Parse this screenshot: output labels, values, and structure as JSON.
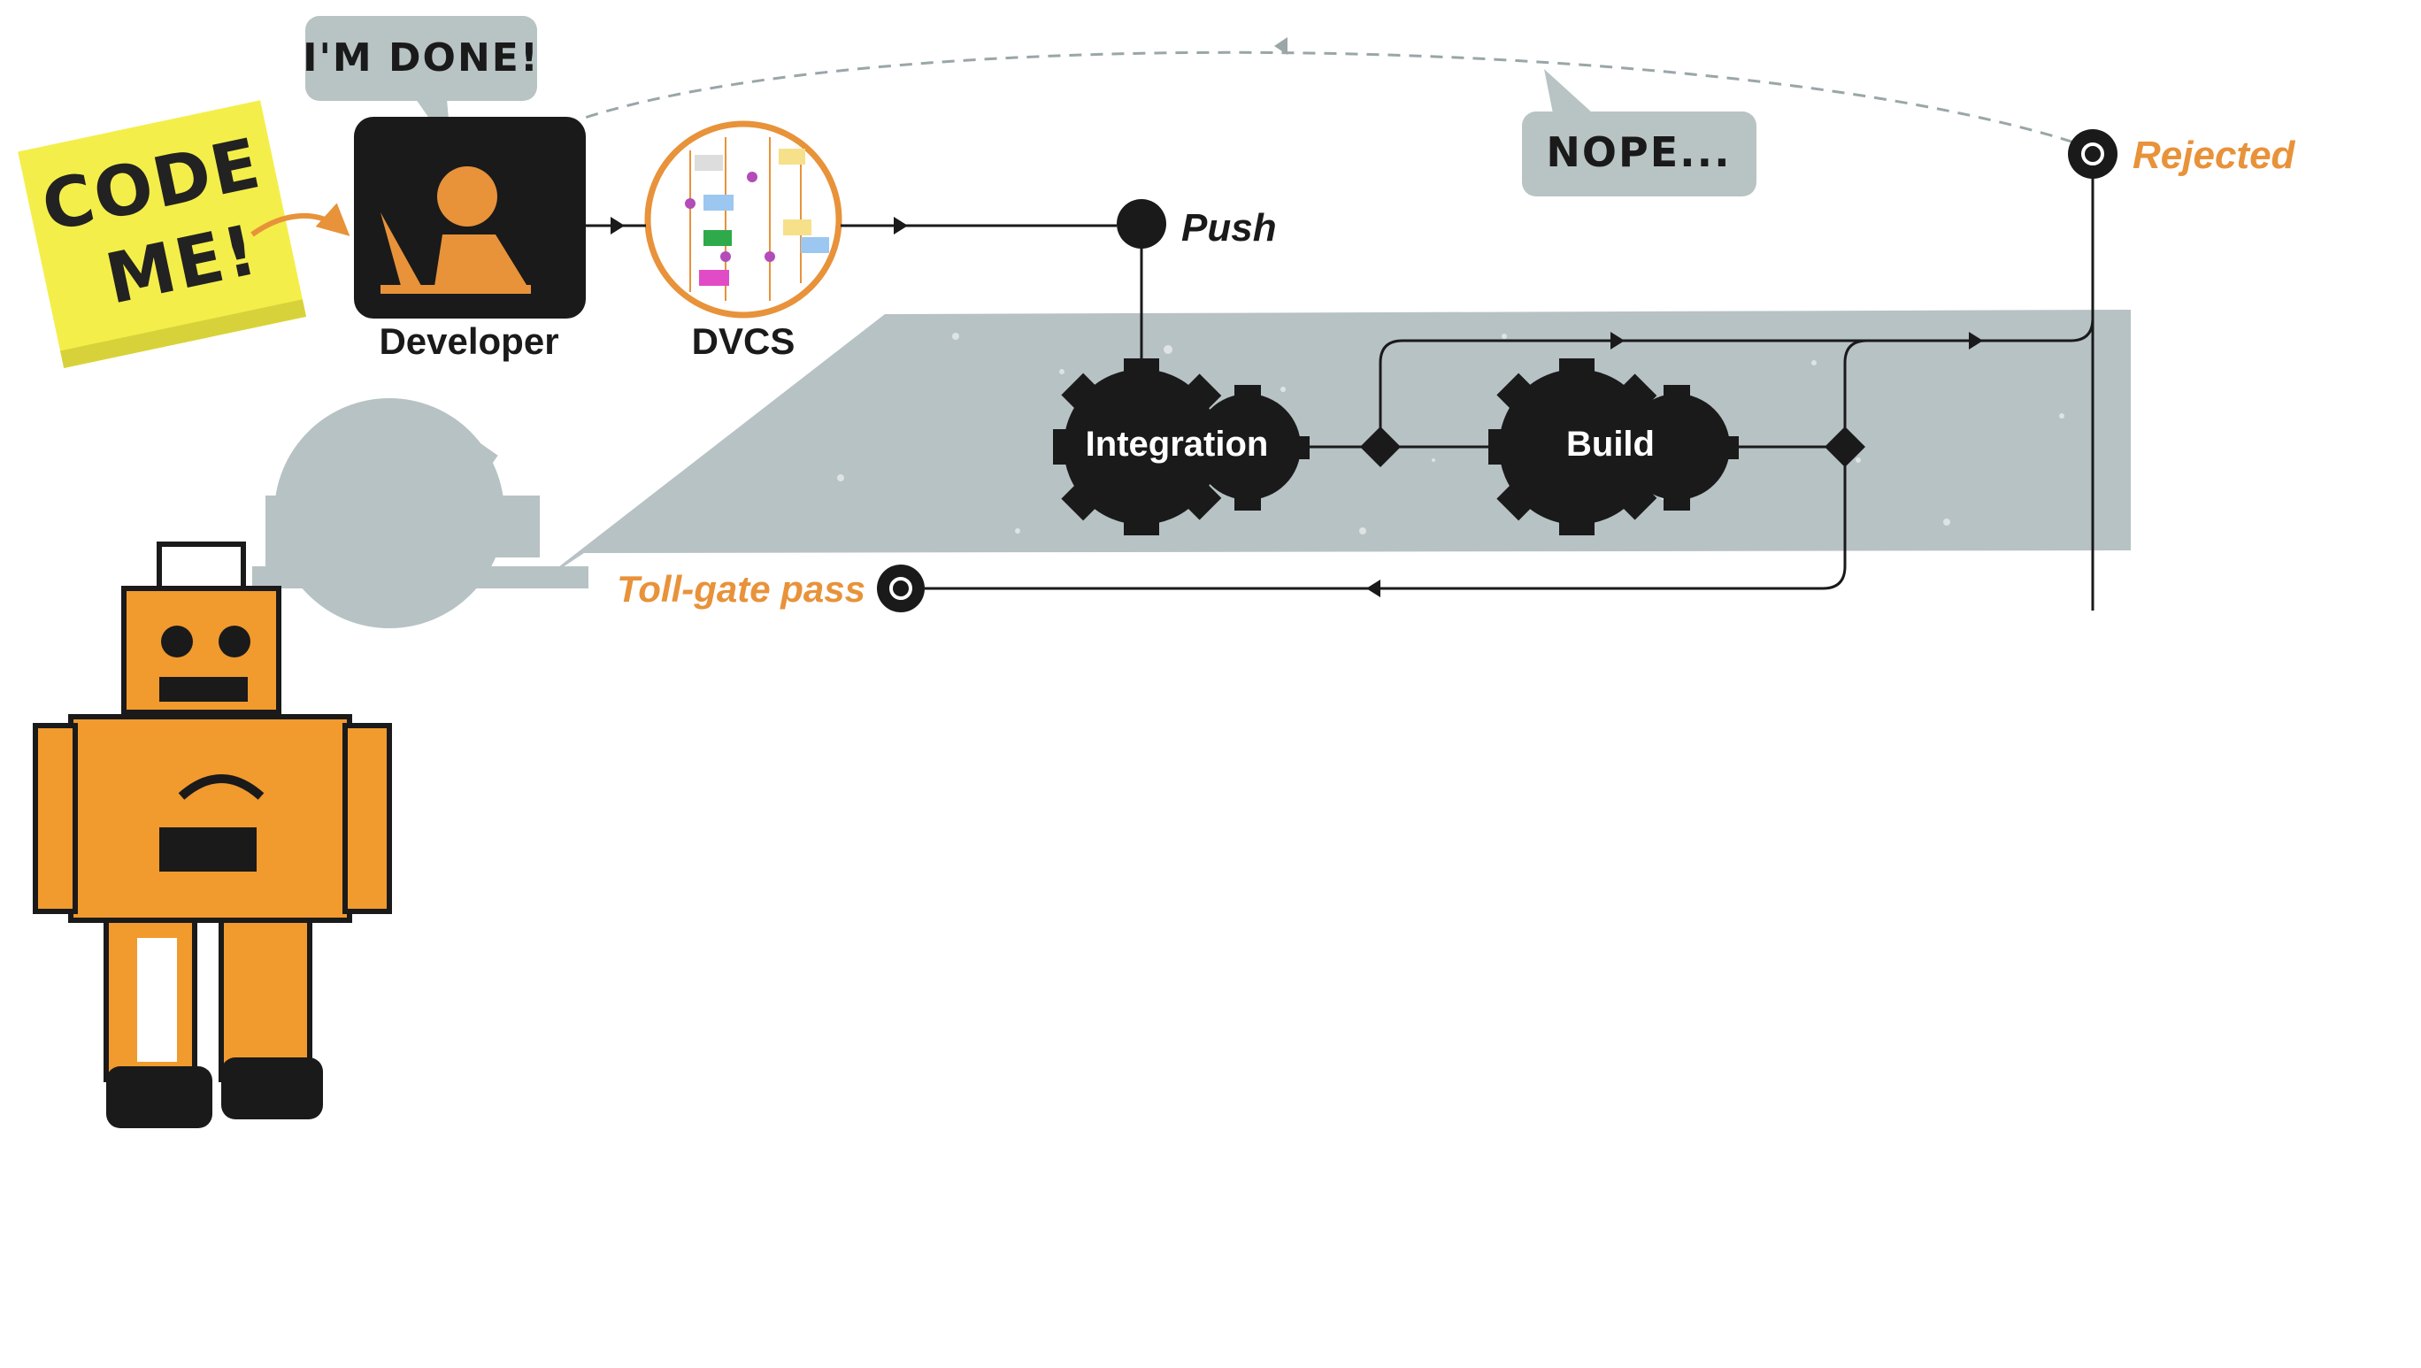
{
  "sticky_note": {
    "line1": "CODE",
    "line2": "ME!"
  },
  "speech_done": {
    "text": "I'M DONE!"
  },
  "speech_nope": {
    "text": "NOPE..."
  },
  "nodes": {
    "developer": "Developer",
    "dvcs": "DVCS",
    "push": "Push",
    "integration": "Integration",
    "build": "Build",
    "rejected": "Rejected",
    "tollgate": "Toll-gate pass"
  },
  "icons": {
    "developer": "developer-at-laptop-icon",
    "dvcs": "branch-graph-icon",
    "robot": "robot-icon"
  },
  "colors": {
    "accent_orange": "#E8923A",
    "dark": "#1a1a1a",
    "band_grey": "#B7C2C4",
    "bubble_grey": "#B8C3C4",
    "sticky_yellow": "#F4EE4A"
  }
}
